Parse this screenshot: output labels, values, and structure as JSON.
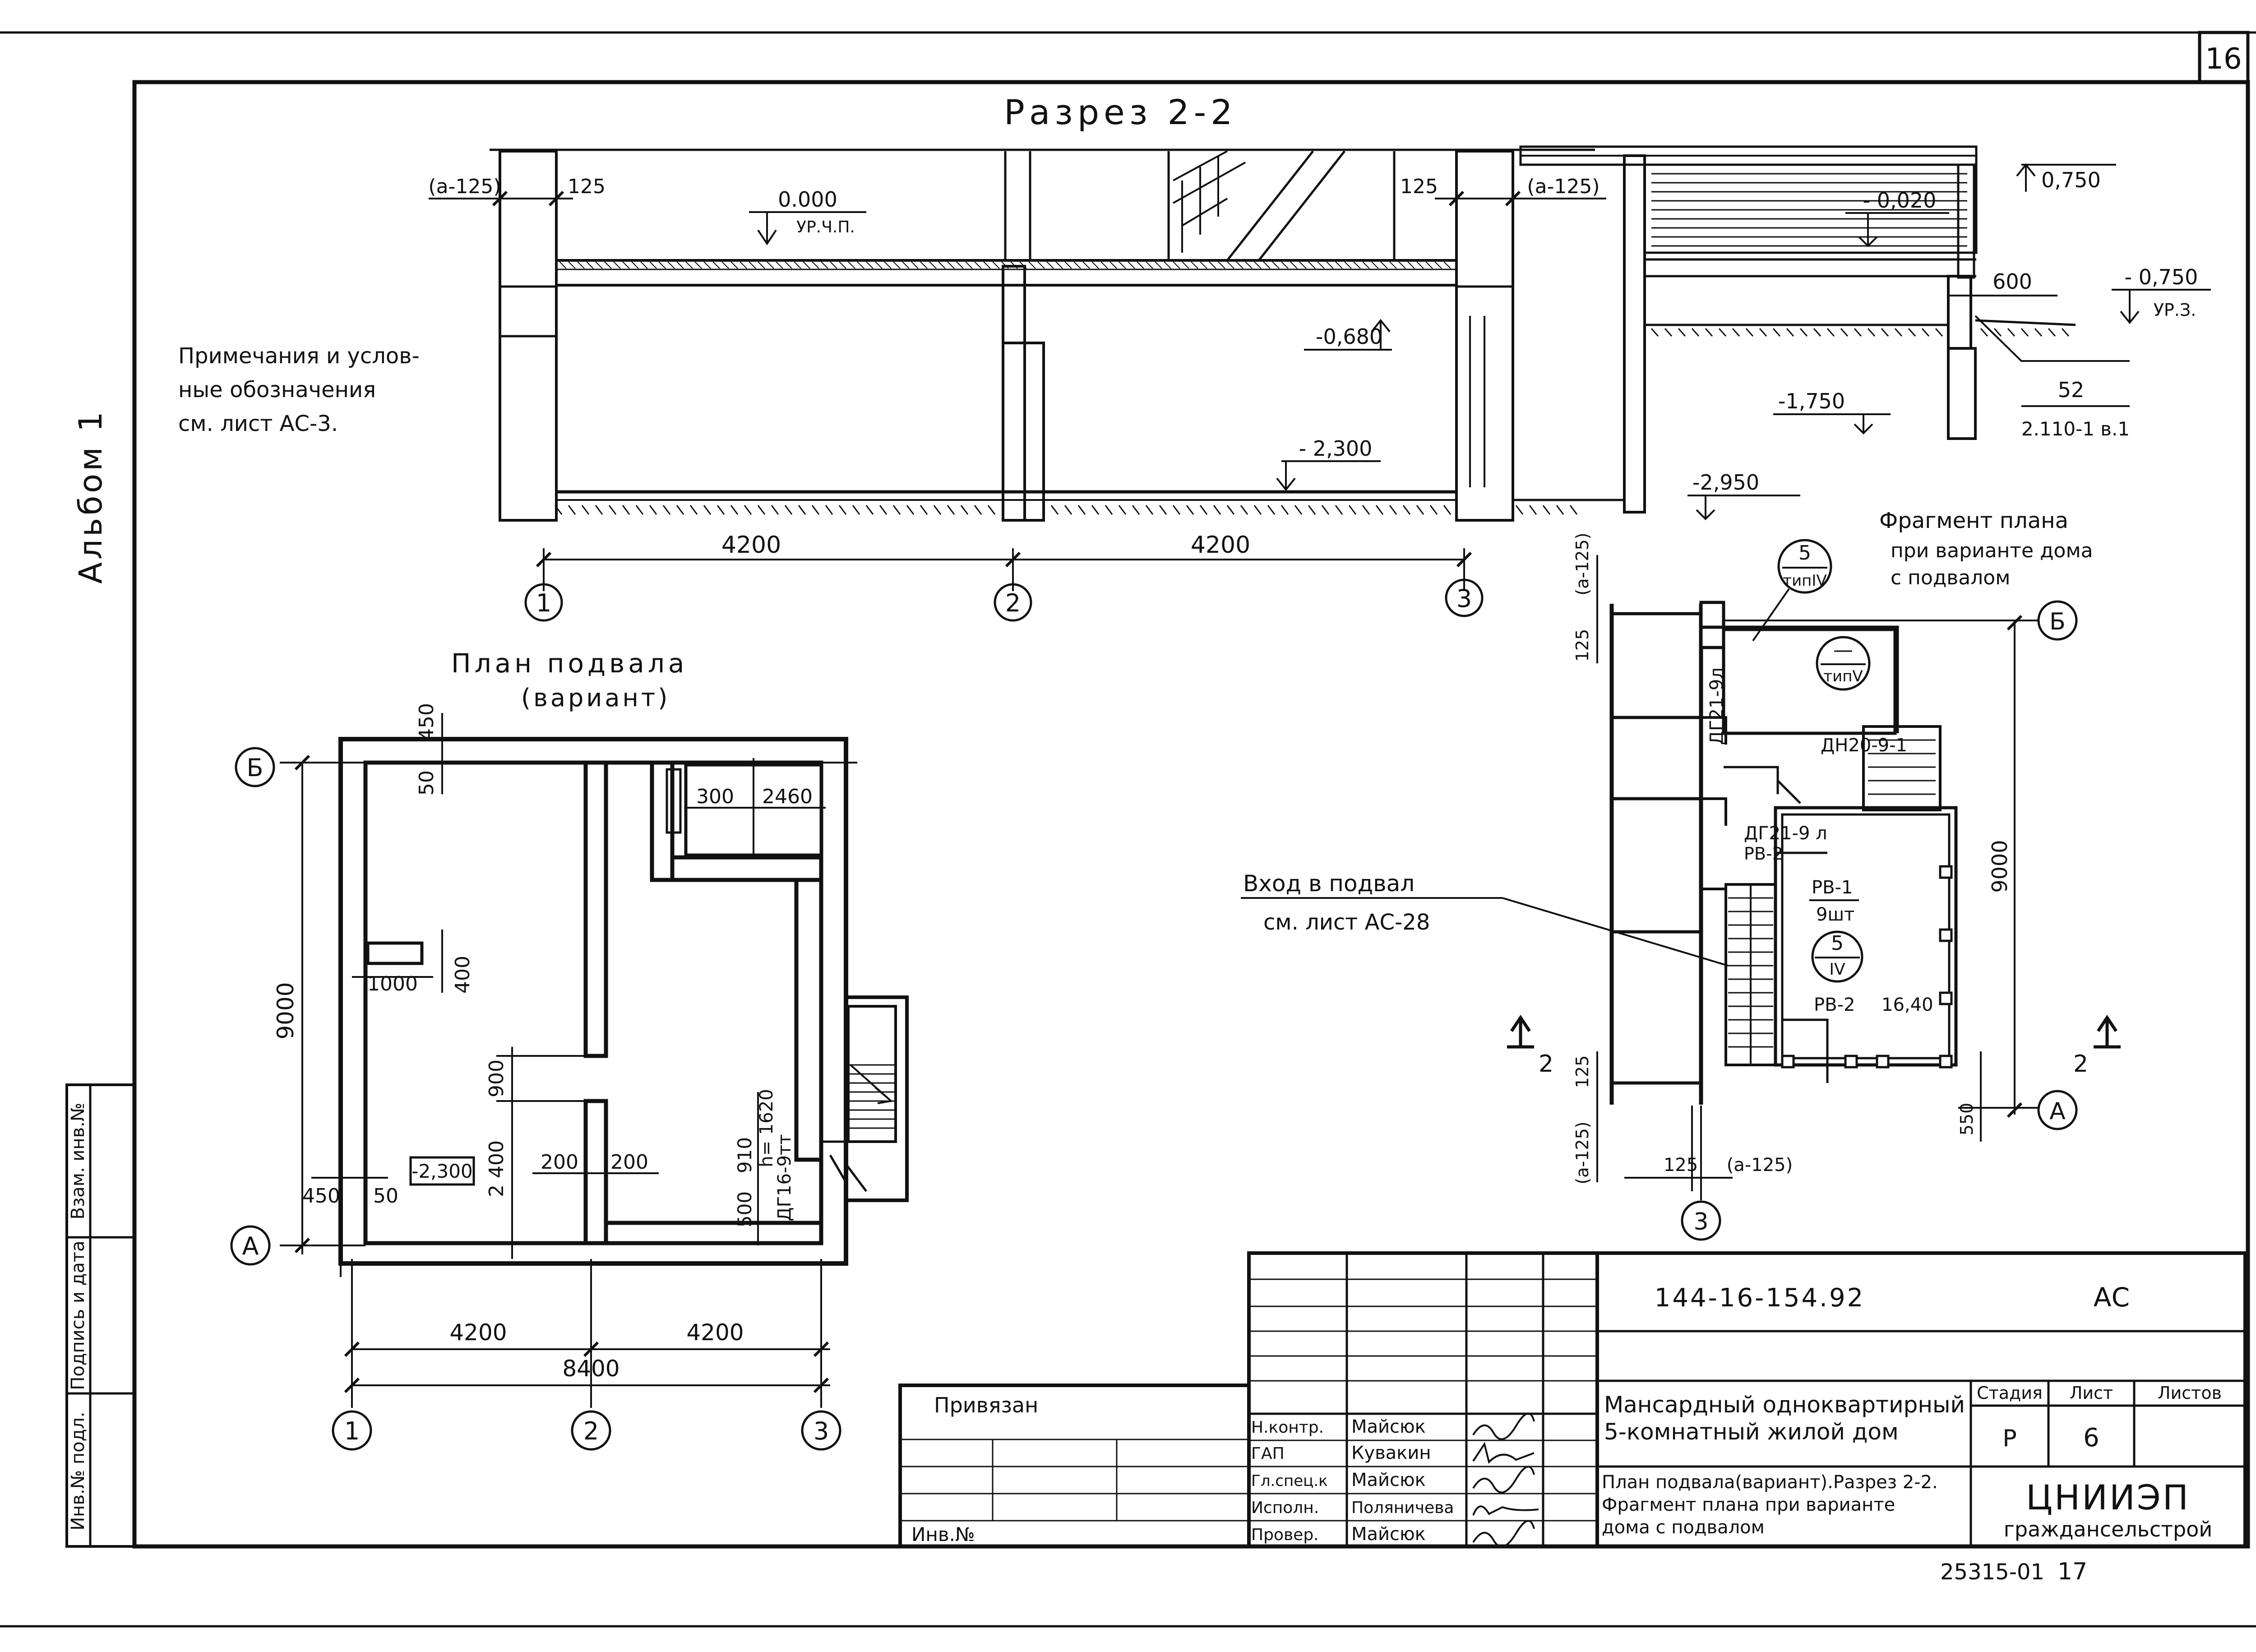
{
  "sheet": {
    "page_number": "16",
    "album": "Альбом 1",
    "code": "144-16-154.92",
    "mark": "АС",
    "archive_number": "25315-01",
    "archive_sheet": "17"
  },
  "section": {
    "title": "Разрез 2-2",
    "levels": {
      "floor": "0.000",
      "floor_label": "УР.Ч.П.",
      "l_0680": "-0,680",
      "l_2300": "- 2,300",
      "l_1750": "-1,750",
      "l_2950": "-2,950",
      "l_0020": "- 0,020",
      "l_0750": "0,750",
      "l_m0750": "- 0,750",
      "ground_label": "УР.З."
    },
    "dims": {
      "a125_left": "(а-125)",
      "d125_left": "125",
      "d125_right": "125",
      "a125_right": "(а-125)",
      "span1": "4200",
      "span2": "4200",
      "d600": "600",
      "d52": "52",
      "ref": "2.110-1 в.1"
    },
    "axes": [
      "1",
      "2",
      "3"
    ]
  },
  "notes": {
    "line1": "Примечания и услов-",
    "line2": "ные обозначения",
    "line3": "см. лист АС-3."
  },
  "plan": {
    "title": "План подвала",
    "subtitle": "(вариант)",
    "level": "-2,300",
    "dims": {
      "d450_top": "450",
      "d50_top": "50",
      "d300": "300",
      "d2460": "2460",
      "d9000": "9000",
      "d1000": "1000",
      "d400": "400",
      "d900": "900",
      "d2400": "2 400",
      "d200a": "200",
      "d200b": "200",
      "d450_left": "450",
      "d50_left": "50",
      "d500": "500",
      "d910": "910",
      "h1620": "h= 1620",
      "door": "ДГ16-9тт",
      "span1": "4200",
      "span2": "4200",
      "total": "8400"
    },
    "axes": {
      "b": "Б",
      "a": "А",
      "n1": "1",
      "n2": "2",
      "n3": "3"
    }
  },
  "fragment": {
    "title1": "Фрагмент плана",
    "title2": "при варианте дома",
    "title3": "с подвалом",
    "entry1": "Вход в подвал",
    "entry2": "см. лист АС-28",
    "tags": {
      "dg21_9l_top": "ДГ21-9л",
      "dn20": "ДН20-9-1",
      "dg21_9l": "ДГ21-9 л",
      "rv2a": "РВ-2",
      "rv1": "РВ-1",
      "sht": "9шт",
      "rv2b": "РВ-2",
      "d1640": "16,40",
      "m5_top": "5",
      "m5_bot": "типIV",
      "m_dash": "—",
      "m_v": "типV",
      "m5b_top": "5",
      "m5b_bot": "IV"
    },
    "dims": {
      "a125_top": "(а-125)",
      "d125_top": "125",
      "d9000": "9000",
      "d125_bot": "125",
      "a125_bot": "(а-125)",
      "d125_b2": "125",
      "a125_b2": "(а-125)",
      "d550": "550"
    },
    "axes": {
      "b": "Б",
      "a": "А",
      "n3": "3"
    },
    "cut_left": "2",
    "cut_right": "2"
  },
  "stamp": {
    "attached": "Привязан",
    "inv": "Инв.№",
    "roles": [
      "Н.контр.",
      "ГАП",
      "Гл.спец.к",
      "Исполн.",
      "Провер."
    ],
    "names": [
      "Майсюк",
      "Кувакин",
      "Майсюк",
      "Поляничева",
      "Майсюк"
    ],
    "project_line1": "Мансардный одноквартирный",
    "project_line2": "5-комнатный жилой дом",
    "sheet_line1": "План подвала(вариант).Разрез 2-2.",
    "sheet_line2": "Фрагмент плана при варианте",
    "sheet_line3": "дома с подвалом",
    "stage_h": "Стадия",
    "list_h": "Лист",
    "lists_h": "Листов",
    "stage": "Р",
    "list": "6",
    "org1": "ЦНИИЭП",
    "org2": "граждансельстрой"
  },
  "side_stamp": [
    "Инв.№ подл.",
    "Подпись и дата",
    "Взам. инв.№"
  ]
}
